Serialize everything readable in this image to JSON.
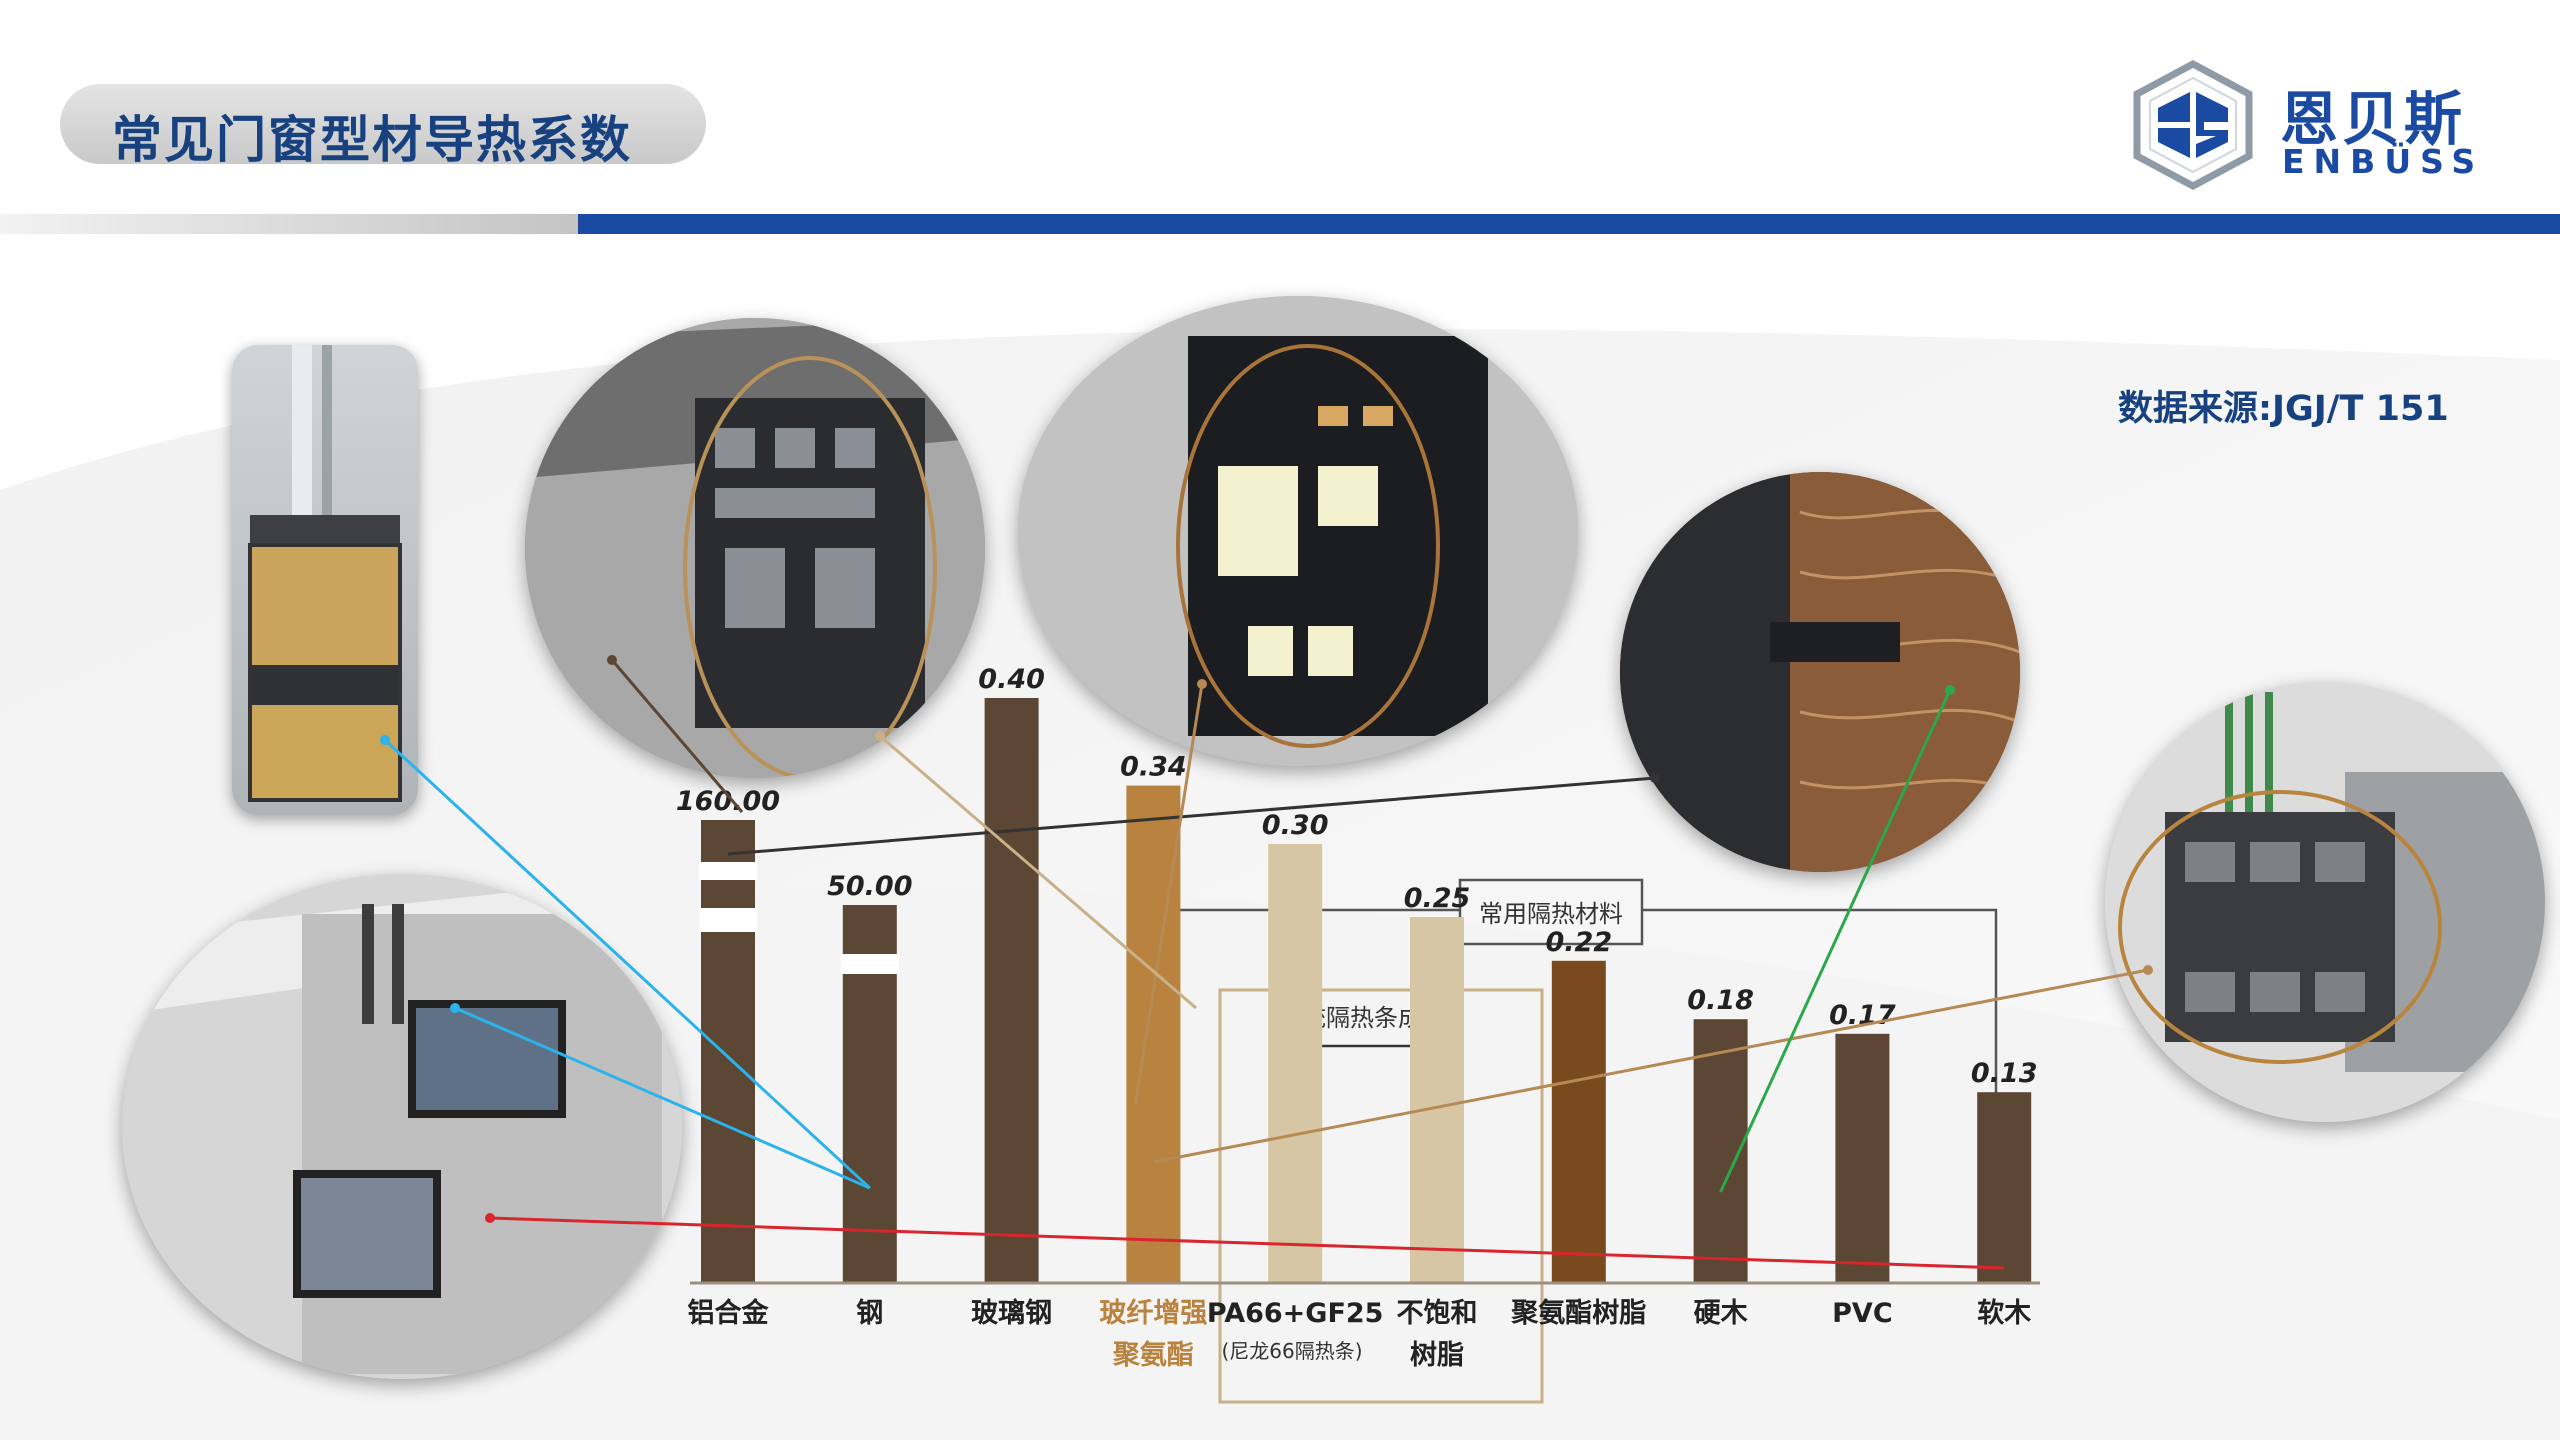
{
  "header": {
    "title": "常见门窗型材导热系数",
    "brand_cn": "恩贝斯",
    "brand_en": "ENBÜSS"
  },
  "source": "数据来源:JGJ/T 151",
  "annotations": {
    "common_insulation": "常用隔热材料",
    "traditional_strip": "传统隔热条成分",
    "pa66_note": "(尼龙66隔热条)"
  },
  "colors": {
    "brand_blue": "#1b4aa2",
    "title_blue": "#17417f",
    "bar_dark": "#5c4634",
    "bar_gold": "#b9823e",
    "bar_beige": "#d7c6a3",
    "bar_brown": "#7a4a1f",
    "line_cyan": "#2bb3ec",
    "line_red": "#d9262e",
    "line_green": "#2aa84a"
  },
  "chart_data": {
    "type": "bar",
    "categories": [
      "铝合金",
      "钢",
      "玻璃钢",
      "玻纤增强聚氨酯",
      "PA66+GF25",
      "不饱和树脂",
      "聚氨酯树脂",
      "硬木",
      "PVC",
      "软木"
    ],
    "category_lines": [
      [
        "铝合金"
      ],
      [
        "钢"
      ],
      [
        "玻璃钢"
      ],
      [
        "玻纤增强",
        "聚氨酯"
      ],
      [
        "PA66+GF25"
      ],
      [
        "不饱和",
        "树脂"
      ],
      [
        "聚氨酯树脂"
      ],
      [
        "硬木"
      ],
      [
        "PVC"
      ],
      [
        "软木"
      ]
    ],
    "values": [
      160.0,
      50.0,
      0.4,
      0.34,
      0.3,
      0.25,
      0.22,
      0.18,
      0.17,
      0.13
    ],
    "value_labels": [
      "160.00",
      "50.00",
      "0.40",
      "0.34",
      "0.30",
      "0.25",
      "0.22",
      "0.18",
      "0.17",
      "0.13"
    ],
    "broken_axis": true,
    "axis_visible": false,
    "grid": false,
    "ylabel": ""
  }
}
